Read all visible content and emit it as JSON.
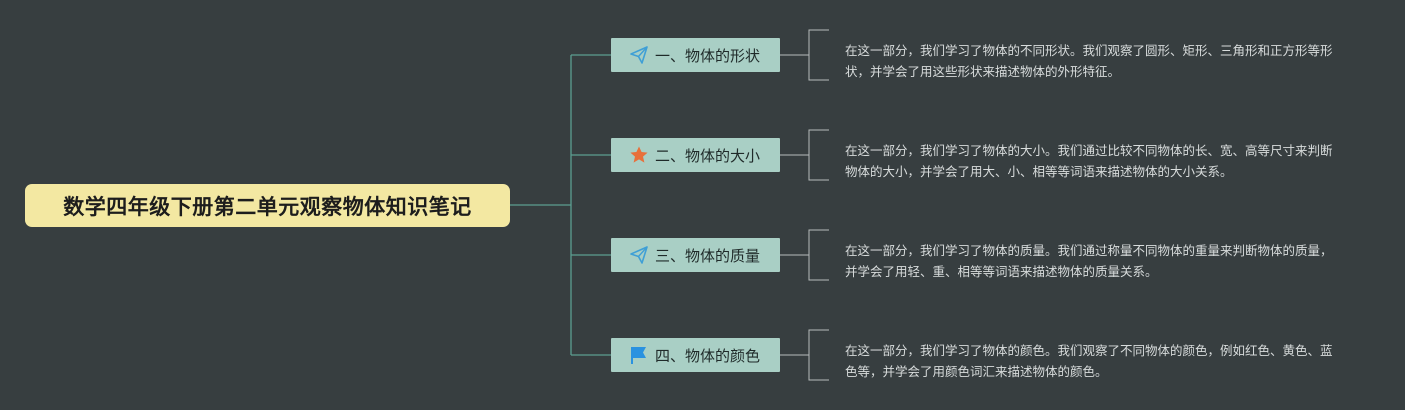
{
  "root": {
    "title": "数学四年级下册第二单元观察物体知识笔记"
  },
  "branches": [
    {
      "label": "一、物体的形状",
      "icon": "paper-plane-icon",
      "note": "在这一部分，我们学习了物体的不同形状。我们观察了圆形、矩形、三角形和正方形等形状，并学会了用这些形状来描述物体的外形特征。"
    },
    {
      "label": "二、物体的大小",
      "icon": "star-icon",
      "note": "在这一部分，我们学习了物体的大小。我们通过比较不同物体的长、宽、高等尺寸来判断物体的大小，并学会了用大、小、相等等词语来描述物体的大小关系。"
    },
    {
      "label": "三、物体的质量",
      "icon": "paper-plane-icon",
      "note": "在这一部分，我们学习了物体的质量。我们通过称量不同物体的重量来判断物体的质量，并学会了用轻、重、相等等词语来描述物体的质量关系。"
    },
    {
      "label": "四、物体的颜色",
      "icon": "flag-icon",
      "note": "在这一部分，我们学习了物体的颜色。我们观察了不同物体的颜色，例如红色、黄色、蓝色等，并学会了用颜色词汇来描述物体的颜色。"
    }
  ],
  "colors": {
    "background": "#373e40",
    "root_fill": "#f3e8a2",
    "branch_fill": "#a9cfc5",
    "connector": "#5b9e90",
    "note_bracket": "#b7bcbc",
    "plane_icon": "#3f9fd6",
    "star_icon": "#e8703a",
    "flag_icon": "#2a92e0"
  }
}
